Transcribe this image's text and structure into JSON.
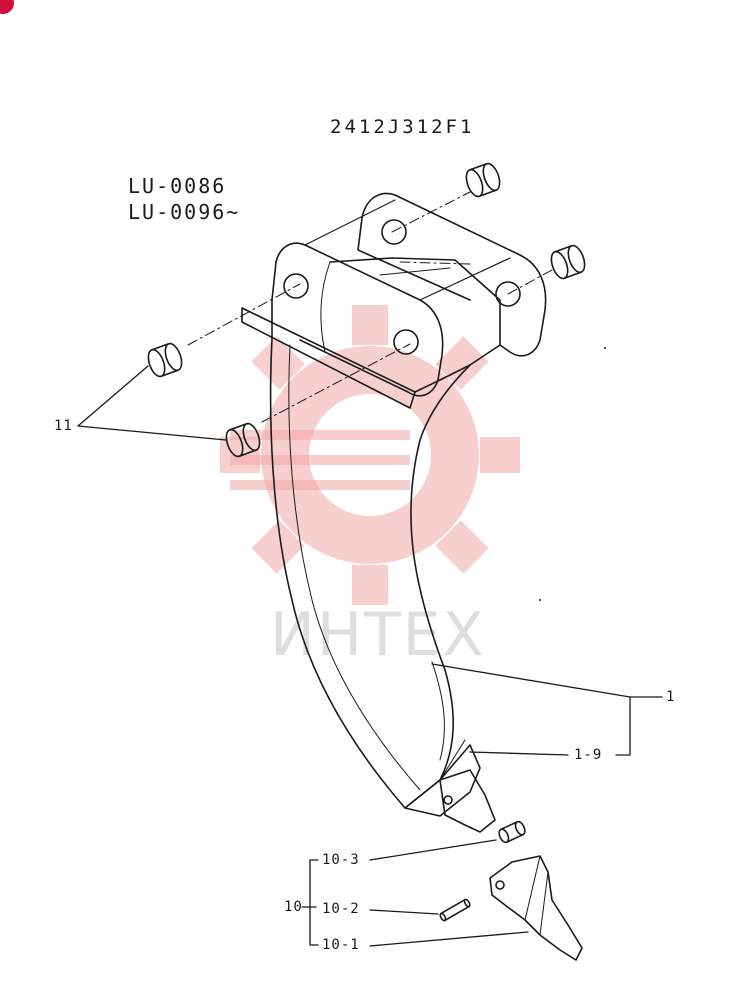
{
  "diagram": {
    "code": "2412J312F1",
    "models": [
      "LU-0086",
      "LU-0096~"
    ],
    "watermark": "ИНТЕХ",
    "callouts": {
      "c11": "11",
      "c1": "1",
      "c1_9": "1-9",
      "c10": "10",
      "c10_3": "10-3",
      "c10_2": "10-2",
      "c10_1": "10-1"
    }
  },
  "colors": {
    "line": "#1a1a1a",
    "watermark": "#f2a8a8",
    "badge": "#d0103a"
  }
}
